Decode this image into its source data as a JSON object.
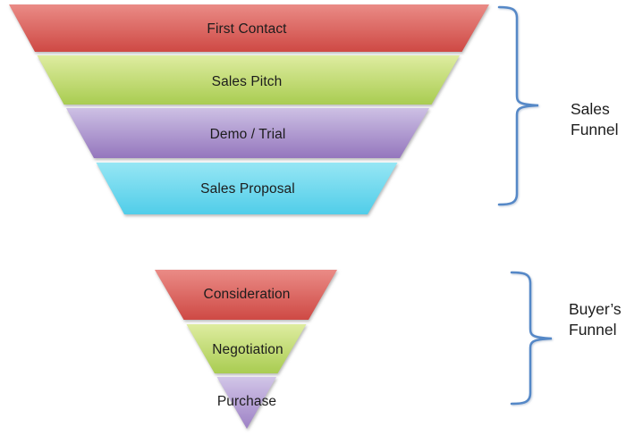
{
  "funnels": [
    {
      "name": "Sales Funnel",
      "label_line1": "Sales",
      "label_line2": "Funnel",
      "stages": [
        {
          "label": "First Contact",
          "color_top": "#EA8B86",
          "color_bottom": "#CE4944"
        },
        {
          "label": "Sales Pitch",
          "color_top": "#DEECA0",
          "color_bottom": "#A9CC51"
        },
        {
          "label": "Demo / Trial",
          "color_top": "#CDC0E4",
          "color_bottom": "#9476BD"
        },
        {
          "label": "Sales Proposal",
          "color_top": "#96E6F4",
          "color_bottom": "#50CDE9"
        }
      ]
    },
    {
      "name": "Buyer’s Funnel",
      "label_line1": "Buyer’s",
      "label_line2": "Funnel",
      "stages": [
        {
          "label": "Consideration",
          "color_top": "#EA8B86",
          "color_bottom": "#CE4944"
        },
        {
          "label": "Negotiation",
          "color_top": "#DEECA0",
          "color_bottom": "#A9CC51"
        },
        {
          "label": "Purchase",
          "color_top": "#D1C5E7",
          "color_bottom": "#9D81C5"
        }
      ]
    }
  ],
  "accent_colors": {
    "brace": "#5588C7",
    "text": "#1C1C1C",
    "background": "#FFFFFF"
  }
}
